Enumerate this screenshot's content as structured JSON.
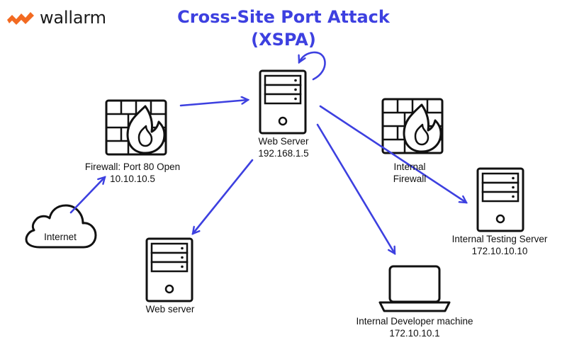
{
  "brand": {
    "name": "wallarm",
    "logo_color": "#f26a21"
  },
  "title": {
    "line1": "Cross-Site Port Attack",
    "line2": "(XSPA)",
    "color": "#3d40e0"
  },
  "arrow_color": "#3d40e0",
  "nodes": {
    "firewall": {
      "line1": "Firewall: Port 80 Open",
      "line2": "10.10.10.5",
      "icon": "firewall-icon"
    },
    "web_server": {
      "line1": "Web Server",
      "line2": "192.168.1.5",
      "icon": "server-icon"
    },
    "internal_firewall": {
      "line1": "Internal",
      "line2": "Firewall",
      "icon": "firewall-icon"
    },
    "internet": {
      "label": "Internet",
      "icon": "cloud-icon"
    },
    "web_server_2": {
      "label": "Web server",
      "icon": "server-icon"
    },
    "testing_server": {
      "line1": "Internal Testing Server",
      "line2": "172.10.10.10",
      "icon": "server-icon"
    },
    "dev_machine": {
      "line1": "Internal Developer machine",
      "line2": "172.10.10.1",
      "icon": "laptop-icon"
    }
  }
}
